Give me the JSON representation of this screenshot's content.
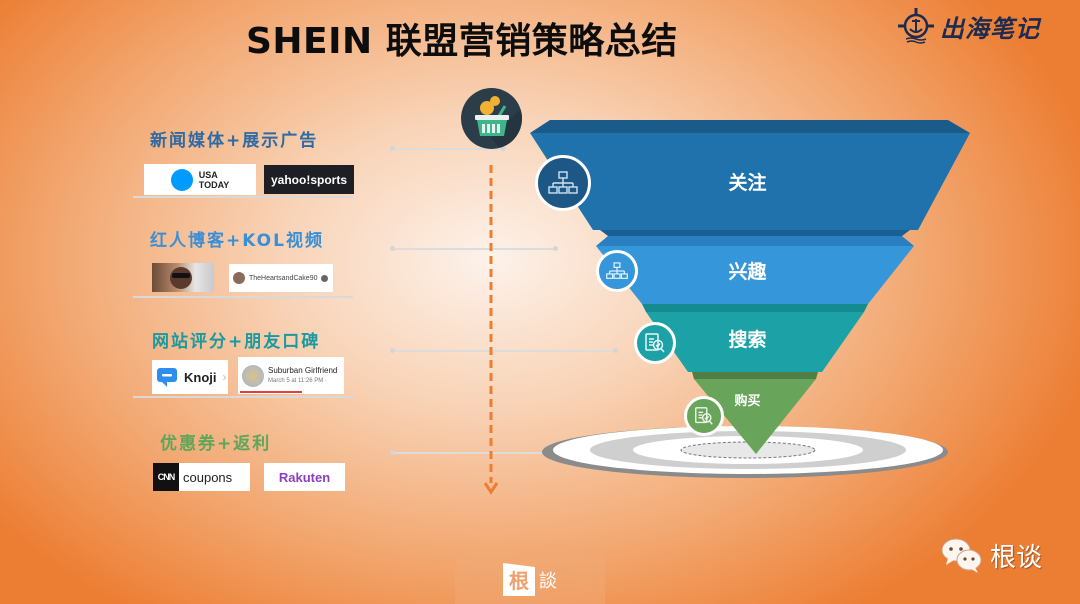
{
  "title": "SHEIN 联盟营销策略总结",
  "brand": {
    "name": "出海笔记",
    "icon": "ship-wheel-anchor-icon"
  },
  "colors": {
    "background_center": "#fdf2ea",
    "background_edge": "#ec7e34",
    "funnel_1": "#2072ad",
    "funnel_2": "#3596d9",
    "funnel_3": "#1ba1a6",
    "funnel_4": "#68a45a",
    "arrow": "#ed7d31"
  },
  "channels": [
    {
      "label": "新闻媒体+展示广告",
      "color": "#2e6aa3",
      "logos": [
        {
          "text_line1": "USA",
          "text_line2": "TODAY",
          "icon": "usa-today-circle-icon"
        },
        {
          "text": "yahoo!sports"
        }
      ]
    },
    {
      "label": "红人博客+KOL视频",
      "color": "#3a8fd6",
      "logos": [
        {
          "text": "",
          "icon": "influencer-photo"
        },
        {
          "text": "TheHeartsandCake90",
          "icon": "verified-badge-icon"
        }
      ]
    },
    {
      "label": "网站评分+朋友口碑",
      "color": "#1a9aa0",
      "logos": [
        {
          "text": "Knoji",
          "icon": "knoji-chat-icon"
        },
        {
          "text": "Suburban Girlfriend",
          "subtext": "March 5 at 11:26 PM · "
        }
      ]
    },
    {
      "label": "优惠券+返利",
      "color": "#5fa55a",
      "logos": [
        {
          "text": "CNN",
          "text2": "coupons"
        },
        {
          "text": "Rakuten"
        }
      ]
    }
  ],
  "funnel": [
    {
      "label": "关注",
      "icon": "hierarchy-icon"
    },
    {
      "label": "兴趣",
      "icon": "hierarchy-icon"
    },
    {
      "label": "搜索",
      "icon": "document-search-icon"
    },
    {
      "label": "购买",
      "icon": "document-search-icon"
    }
  ],
  "top_icon": "shopping-basket-coins-icon",
  "footer": {
    "logo_char1": "根",
    "logo_char2": "談"
  },
  "wechat": {
    "label": "根谈"
  }
}
